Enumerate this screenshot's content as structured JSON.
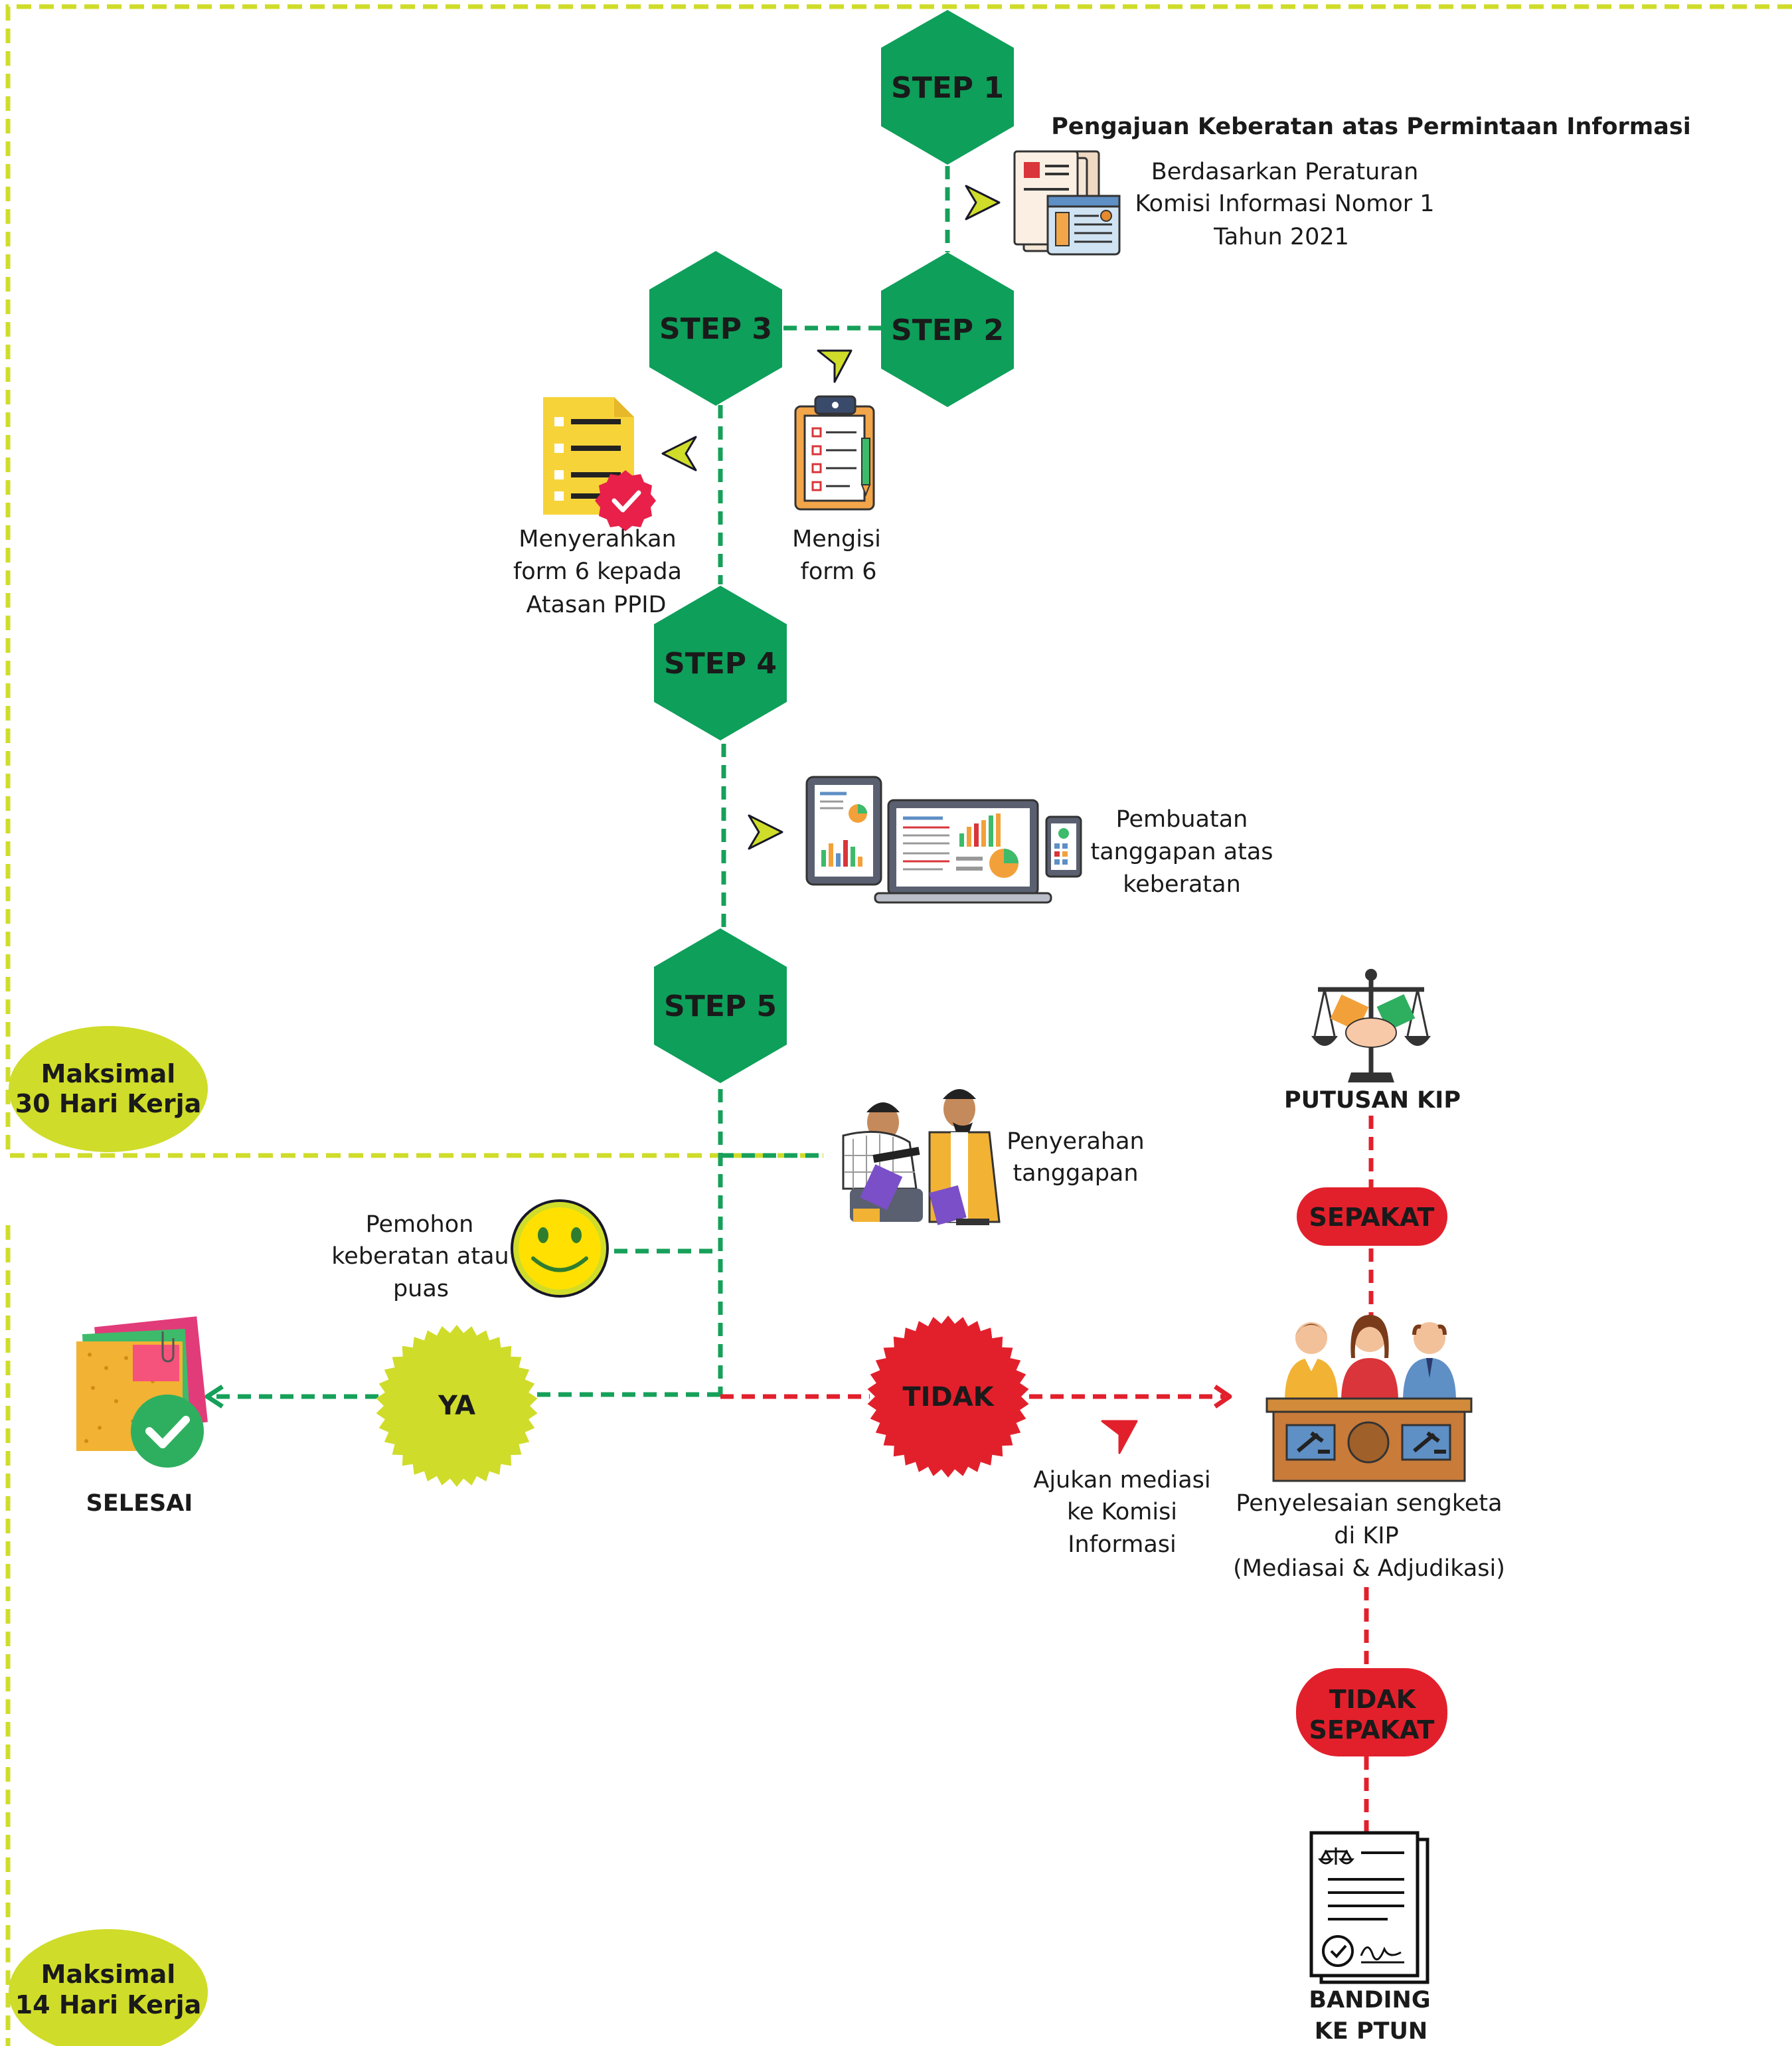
{
  "colors": {
    "green": "#0e9f5a",
    "green_line": "#16a05a",
    "lime": "#cfdc2a",
    "red": "#e2202c",
    "text": "#1a1a1a"
  },
  "steps": {
    "step1": "STEP 1",
    "step2": "STEP 2",
    "step3": "STEP 3",
    "step4": "STEP 4",
    "step5": "STEP 5"
  },
  "header": {
    "title": "Pengajuan Keberatan atas Permintaan Informasi",
    "desc_line1": "Berdasarkan Peraturan",
    "desc_line2": "Komisi Informasi Nomor 1",
    "desc_line3": "Tahun 2021"
  },
  "labels": {
    "mengisi_1": "Mengisi",
    "mengisi_2": "form 6",
    "menyerahkan_1": "Menyerahkan",
    "menyerahkan_2": "form 6 kepada",
    "menyerahkan_3": "Atasan PPID",
    "pembuatan_1": "Pembuatan",
    "pembuatan_2": "tanggapan atas",
    "pembuatan_3": "keberatan",
    "penyerahan_1": "Penyerahan",
    "penyerahan_2": "tanggapan",
    "pemohon_1": "Pemohon",
    "pemohon_2": "keberatan atau",
    "pemohon_3": "puas",
    "selesai": "SELESAI",
    "ya": "YA",
    "tidak": "TIDAK",
    "ajukan_1": "Ajukan mediasi",
    "ajukan_2": "ke Komisi",
    "ajukan_3": "Informasi",
    "sengketa_1": "Penyelesaian sengketa",
    "sengketa_2": "di KIP",
    "sengketa_3": "(Mediasai & Adjudikasi)",
    "putusan": "PUTUSAN KIP",
    "sepakat": "SEPAKAT",
    "tidak_sepakat_1": "TIDAK",
    "tidak_sepakat_2": "SEPAKAT",
    "banding_1": "BANDING",
    "banding_2": "KE PTUN",
    "max30_1": "Maksimal",
    "max30_2": "30 Hari Kerja",
    "max14_1": "Maksimal",
    "max14_2": "14 Hari Kerja"
  },
  "icons": {
    "document": "document-stack-icon",
    "clipboard": "clipboard-checklist-icon",
    "form_check": "form-approved-icon",
    "devices": "devices-report-icon",
    "handover": "people-handover-icon",
    "smiley": "smiley-face-icon",
    "notes_done": "notes-check-icon",
    "justice_scale": "justice-handshake-icon",
    "tribunal": "judges-panel-icon",
    "court_doc": "court-document-icon"
  }
}
